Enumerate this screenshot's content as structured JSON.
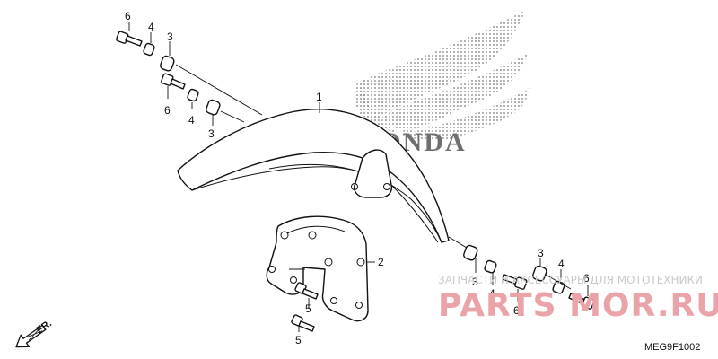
{
  "diagram": {
    "brand": {
      "logo_text": "HONDA",
      "logo_color": "#6f6f6f",
      "wing_icon": "wing-logo-icon"
    },
    "watermark": {
      "top_text": "ЗАПЧАСТИ И АКСЕССУАРЫ ДЛЯ МОТОТЕХНИКИ",
      "brand_text": "PARTS   MOR.RU",
      "color": "#e9a3a9"
    },
    "direction": {
      "label": "FR."
    },
    "diagram_code": "MEG9F1002",
    "callouts": [
      {
        "id": "c6a",
        "number": "6"
      },
      {
        "id": "c4a",
        "number": "4"
      },
      {
        "id": "c3a",
        "number": "3"
      },
      {
        "id": "c6b",
        "number": "6"
      },
      {
        "id": "c4b",
        "number": "4"
      },
      {
        "id": "c3b",
        "number": "3"
      },
      {
        "id": "c1",
        "number": "1"
      },
      {
        "id": "c2",
        "number": "2"
      },
      {
        "id": "c3c",
        "number": "3"
      },
      {
        "id": "c4c",
        "number": "4"
      },
      {
        "id": "c6c",
        "number": "6"
      },
      {
        "id": "c3d",
        "number": "3"
      },
      {
        "id": "c4d",
        "number": "4"
      },
      {
        "id": "c6d",
        "number": "6"
      },
      {
        "id": "c5a",
        "number": "5"
      },
      {
        "id": "c5b",
        "number": "5"
      }
    ]
  }
}
